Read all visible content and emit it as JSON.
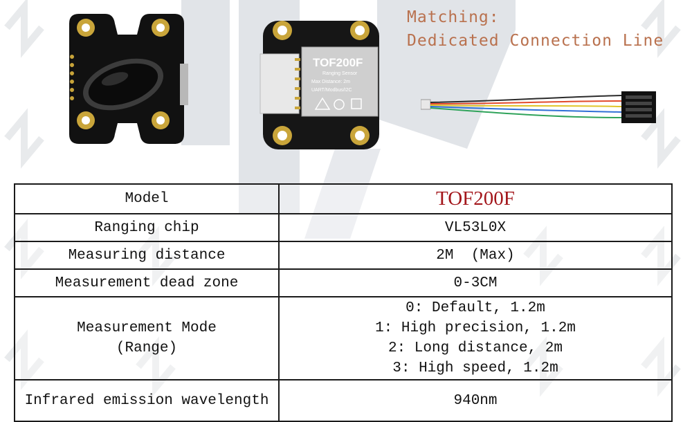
{
  "caption": {
    "line1": "Matching:",
    "line2": "Dedicated Connection Line"
  },
  "module_front": {
    "brand": "TOF200F",
    "subtitle": "Ranging Sensor",
    "spec1": "Max Distance: 2m",
    "spec2": "UART/Modbus/I2C"
  },
  "table": {
    "rows": [
      {
        "key": "Model",
        "value": "TOF200F"
      },
      {
        "key": "Ranging chip",
        "value": "VL53L0X"
      },
      {
        "key": "Measuring distance",
        "value": "2M  (Max)"
      },
      {
        "key": "Measurement dead zone",
        "value": "0-3CM"
      }
    ],
    "mode": {
      "key_line1": "Measurement Mode",
      "key_line2": "(Range)",
      "values": [
        "0: Default, 1.2m",
        "1: High precision, 1.2m",
        "2: Long distance, 2m",
        "3: High speed, 1.2m"
      ]
    },
    "last_row": {
      "key": "Infrared emission wavelength",
      "value": "940nm"
    }
  },
  "colors": {
    "caption": "#b9714e",
    "model_value": "#a3161b",
    "pcb": "#111111",
    "gold": "#c9a53a",
    "wire_colors": [
      "#2b2b2b",
      "#e24a2b",
      "#e0c52a",
      "#2f6fd6",
      "#2fa35a"
    ]
  }
}
